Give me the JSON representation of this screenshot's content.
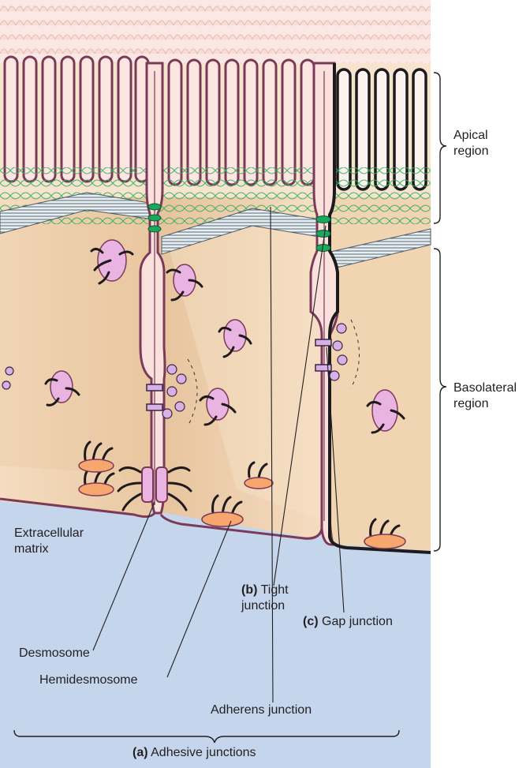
{
  "labels": {
    "apical_line1": "Apical",
    "apical_line2": "region",
    "basolateral_line1": "Basolateral",
    "basolateral_line2": "region",
    "ecm_line1": "Extracellular",
    "ecm_line2": "matrix",
    "tight_prefix": "(b)",
    "tight_line1": "Tight",
    "tight_line2": "junction",
    "gap_prefix": "(c)",
    "gap_text": "Gap junction",
    "desmosome": "Desmosome",
    "hemidesmosome": "Hemidesmosome",
    "adherens": "Adherens junction",
    "adhesive_prefix": "(a)",
    "adhesive_text": "Adhesive junctions"
  },
  "colors": {
    "extracellular_matrix": "#c5d5ec",
    "cell_cytoplasm": "#f1d7b8",
    "cell_membrane": "#7a3a58",
    "microvilli_fill": "#fde6e2",
    "cell_junction_fill": "#fbe1dc",
    "tight_junction_green": "#1aa85c",
    "actin_mesh_green": "#2fae5f",
    "glycocalyx": "#f6d8d2",
    "adhesion_plaque_orange": "#f7a66e",
    "desmosome_plaque_pink": "#e9b3e2",
    "gap_junction_lavender": "#d7b0e6"
  }
}
